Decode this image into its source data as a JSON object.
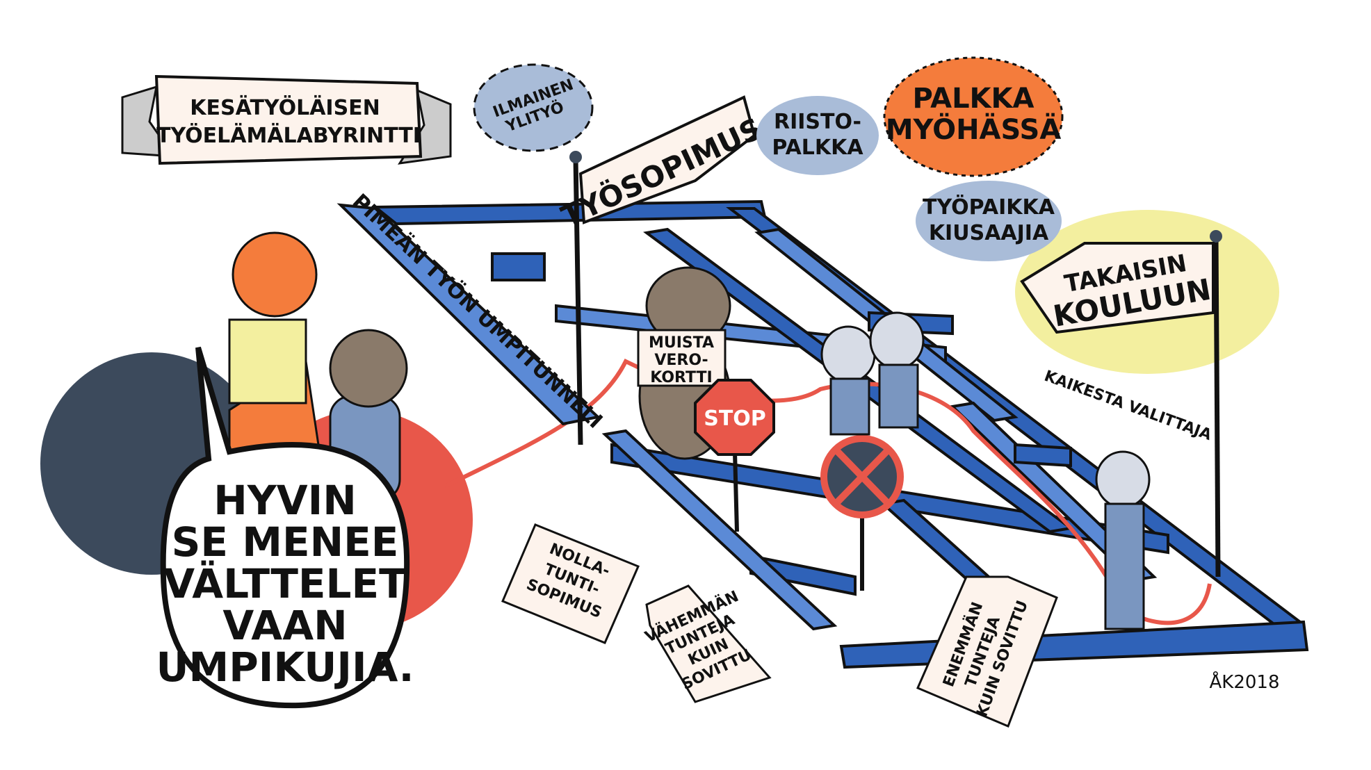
{
  "title_banner": [
    "KESÄTYÖLÄISEN",
    "TYÖELÄMÄLABYRINTTI"
  ],
  "bubble_free_overtime": [
    "ILMAINEN",
    "YLITYÖ"
  ],
  "flag_contract": "TYÖSOPIMUS",
  "bubble_exploit_pay": [
    "RIISTO-",
    "PALKKA"
  ],
  "bubble_late_pay": [
    "PALKKA",
    "MYÖHÄSSÄ"
  ],
  "bubble_bullies": [
    "TYÖPAIKKA",
    "KIUSAAJIA"
  ],
  "flag_back_to_school": [
    "TAKAISIN",
    "KOULUUN"
  ],
  "tunnel_label": "PIMEÄN TYÖN UMPITUNNELI",
  "bear_sign": [
    "MUISTA",
    "VERO-",
    "KORTTI"
  ],
  "stop_sign": "STOP",
  "complainer_label": "KAIKESTA VALITTAJA",
  "speech_bubble": [
    "HYVIN",
    "SE MENEE",
    "VÄLTTELET",
    "VAAN",
    "UMPIKUJIA."
  ],
  "tag_zero_hours": [
    "NOLLA-",
    "TUNTI-",
    "SOPIMUS"
  ],
  "tag_fewer_hours": [
    "VÄHEMMÄN",
    "TUNTEJA",
    "KUIN",
    "SOVITTU"
  ],
  "tag_more_hours": [
    "ENEMMÄN",
    "TUNTEJA",
    "KUIN SOVITTU"
  ],
  "signature": "ÅK2018",
  "colors": {
    "maze_blue": "#2f62b8",
    "maze_light": "#5b8ad6",
    "bubble_blue": "#a9bcd8",
    "orange": "#f47c3c",
    "yellow": "#f3ef9f",
    "red_path": "#e8574a",
    "dark": "#3c4a5c"
  }
}
